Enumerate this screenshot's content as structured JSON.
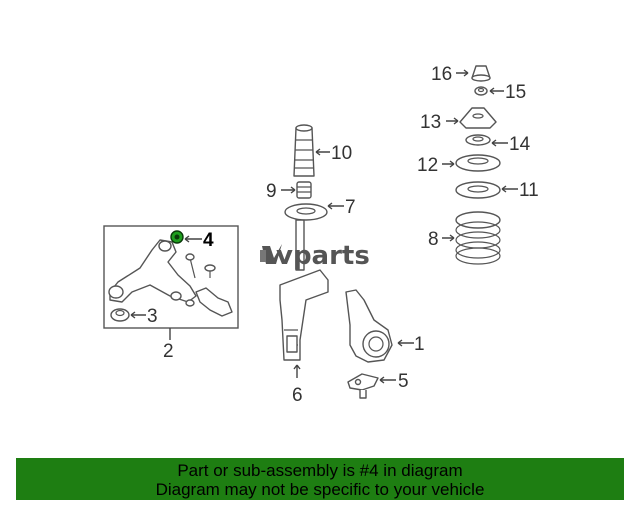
{
  "logo": {
    "text": "vparts"
  },
  "labels": {
    "p1": "1",
    "p2": "2",
    "p3": "3",
    "p4": "4",
    "p5": "5",
    "p6": "6",
    "p7": "7",
    "p8": "8",
    "p9": "9",
    "p10": "10",
    "p11": "11",
    "p12": "12",
    "p13": "13",
    "p14": "14",
    "p15": "15",
    "p16": "16"
  },
  "highlight": {
    "part": "4",
    "color": "#1e9e1e"
  },
  "banner": {
    "line1": "Part or sub-assembly is #4 in diagram",
    "line2": "Diagram may not be specific to your vehicle",
    "color": "#1e7e12"
  }
}
